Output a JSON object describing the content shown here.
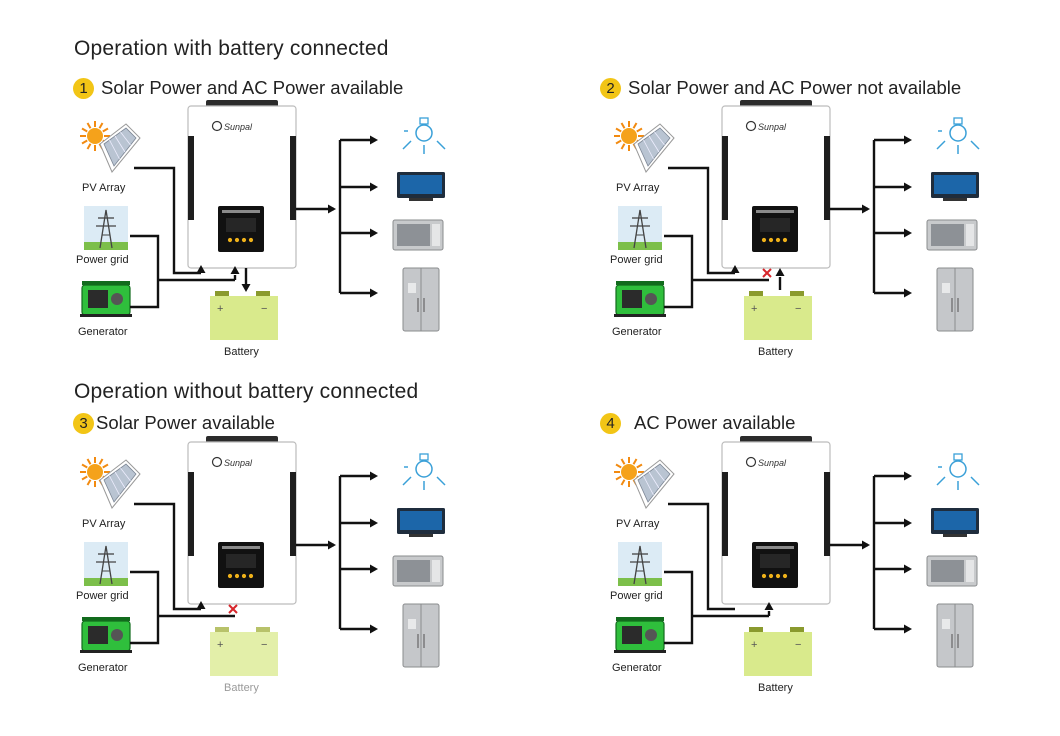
{
  "headings": {
    "with_battery": "Operation with battery connected",
    "without_battery": "Operation without  battery connected"
  },
  "panels": [
    {
      "number": "1",
      "title": "Solar Power and AC Power available",
      "pv_active": true,
      "grid_active": true,
      "battery_connected": true,
      "battery_flow": "charge",
      "battery_faded": false
    },
    {
      "number": "2",
      "title": "Solar Power and AC Power not available",
      "pv_active": true,
      "grid_active": false,
      "battery_connected": true,
      "battery_flow": "discharge",
      "battery_faded": false
    },
    {
      "number": "3",
      "title": "Solar Power available",
      "pv_active": true,
      "grid_active": false,
      "battery_connected": false,
      "battery_flow": "none",
      "battery_faded": true
    },
    {
      "number": "4",
      "title": "AC Power available",
      "pv_active": false,
      "grid_active": true,
      "battery_connected": false,
      "battery_flow": "none",
      "battery_faded": false
    }
  ],
  "labels": {
    "pv_array": "PV Array",
    "power_grid": "Power grid",
    "generator": "Generator",
    "battery": "Battery",
    "brand": "Sunpal"
  },
  "colors": {
    "badge": "#f2c516",
    "disconnect_mark": "#d7262b",
    "battery_fill": "#d9ea8c",
    "generator_green": "#2fbf3c",
    "bulb_blue": "#3aa0d8"
  }
}
